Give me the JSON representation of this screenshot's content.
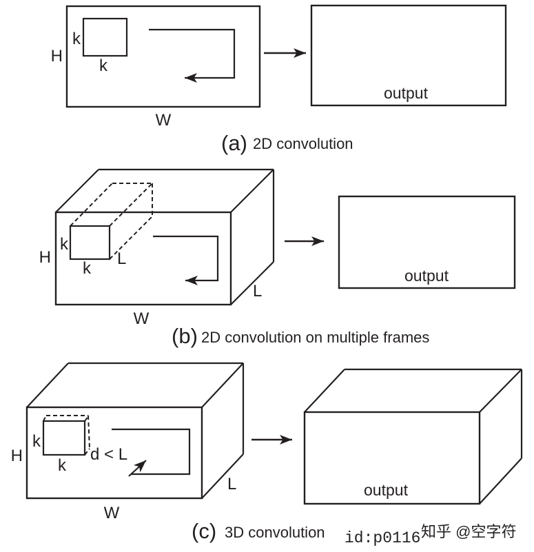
{
  "figure": {
    "stroke_color": "#231f20",
    "background": "#ffffff"
  },
  "panel_a": {
    "caption_letter": "(a)",
    "caption": "2D convolution",
    "output_label": "output",
    "labels": {
      "k_left": "k",
      "k_bottom": "k",
      "height": "H",
      "width": "W"
    }
  },
  "panel_b": {
    "caption_letter": "(b)",
    "caption": "2D convolution on multiple frames",
    "output_label": "output",
    "labels": {
      "k_left": "k",
      "k_bottom": "k",
      "height": "H",
      "width": "W",
      "depth_inner": "L",
      "depth_side": "L"
    }
  },
  "panel_c": {
    "caption_letter": "(c)",
    "caption": "3D convolution",
    "output_label": "output",
    "labels": {
      "k_left": "k",
      "k_bottom": "k",
      "height": "H",
      "width": "W",
      "kernel_depth": "d < L",
      "depth_side": "L"
    }
  },
  "watermark": {
    "id_text": "id:p0116",
    "id_color": "#cc3a32",
    "zhihu_text": "知乎 @空字符",
    "zhihu_color": "#c6c6c6"
  }
}
